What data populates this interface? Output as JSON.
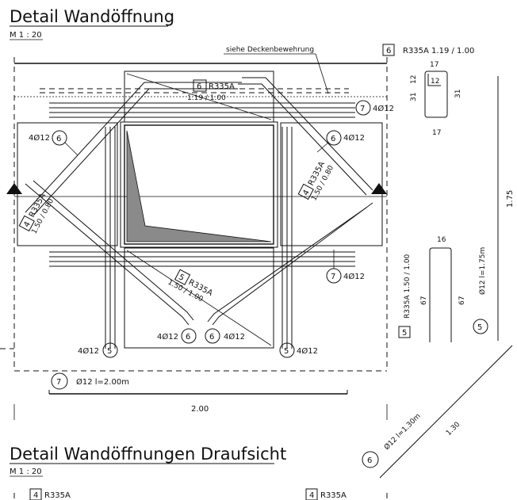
{
  "title_main": "Detail Wandöffnung",
  "scale_main": "M 1 : 20",
  "title_plan": "Detail Wandöffnungen Draufsicht",
  "scale_plan": "M 1 : 20",
  "note_slab": "siehe Deckenbewehrung",
  "bar6": {
    "mark": "6",
    "spec": "R335A 1.19 / 1.00",
    "dim_top": "17",
    "dim_bottom": "17",
    "dim_left1": "12",
    "dim_left2": "31",
    "dim_inner": "12",
    "dim_right": "31"
  },
  "center_label": {
    "mark": "6",
    "type": "R335A",
    "size": "1.19 / 1.00"
  },
  "left_label": {
    "mark": "4",
    "type": "R335A",
    "size": "1.50 / 0.80"
  },
  "right_label": {
    "mark": "4",
    "type": "R335A",
    "size": "1.50 / 0.80"
  },
  "bottom_label": {
    "mark": "5",
    "type": "R335A",
    "size": "1.50 / 1.00"
  },
  "callouts": {
    "top_right": {
      "count": "4Ø12",
      "mark": "7"
    },
    "left_upper": {
      "count": "4Ø12",
      "mark": "6"
    },
    "right_upper": {
      "count": "4Ø12",
      "mark": "6"
    },
    "right_lower": {
      "count": "4Ø12",
      "mark": "7"
    },
    "bottom_center_left": {
      "count": "4Ø12",
      "mark": "6"
    },
    "bottom_center_right": {
      "count": "4Ø12",
      "mark": "6"
    },
    "bottom_left": {
      "count": "4Ø12",
      "mark": "5"
    },
    "bottom_right": {
      "count": "4Ø12",
      "mark": "5"
    }
  },
  "bar7": {
    "mark": "7",
    "spec": "Ø12 l=2.00m"
  },
  "dim_width": "2.00",
  "dim_height": "1.75",
  "bar5": {
    "mark": "5",
    "spec": "R335A 1.50 / 1.00",
    "dim_top": "16",
    "dim_a": "67",
    "dim_b": "67",
    "bar_spec": "Ø12 l=1.75m"
  },
  "diag_bar": {
    "mark": "6",
    "spec": "Ø12 l=1.30m",
    "dim": "1.30"
  },
  "plan_left": {
    "mark": "4",
    "type": "R335A"
  },
  "plan_right": {
    "mark": "4",
    "type": "R335A"
  }
}
